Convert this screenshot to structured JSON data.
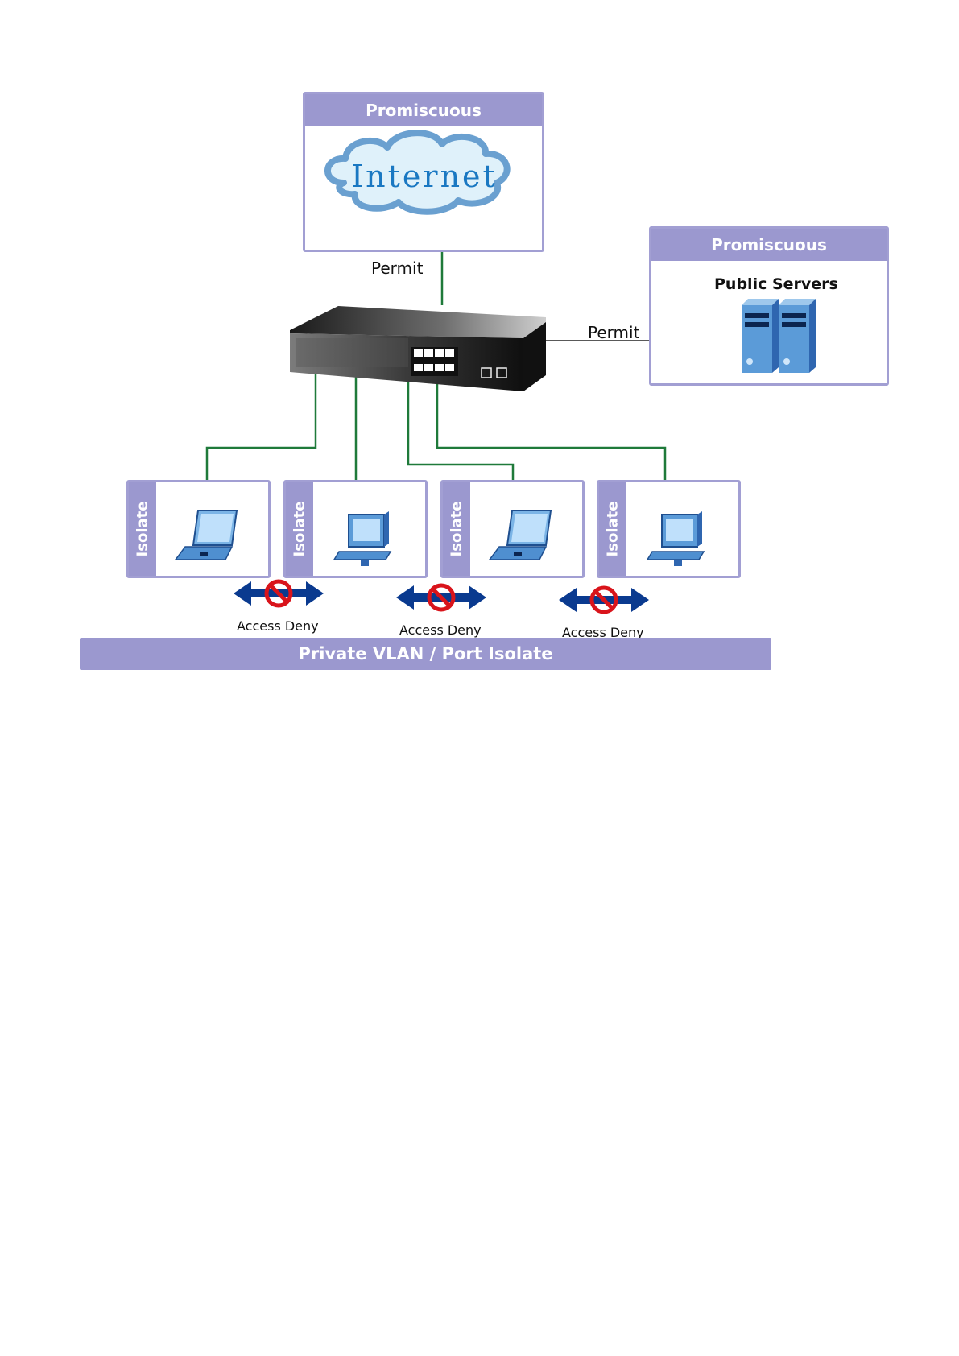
{
  "internet_box": {
    "header": "Promiscuous",
    "cloud_text": "Internet"
  },
  "servers_box": {
    "header": "Promiscuous",
    "title": "Public Servers"
  },
  "permit_labels": [
    "Permit",
    "Permit"
  ],
  "isolate_boxes": [
    {
      "tab": "Isolate",
      "device": "laptop"
    },
    {
      "tab": "Isolate",
      "device": "desktop"
    },
    {
      "tab": "Isolate",
      "device": "laptop"
    },
    {
      "tab": "Isolate",
      "device": "desktop"
    }
  ],
  "access_deny_labels": [
    "Access Deny",
    "Access Deny",
    "Access Deny"
  ],
  "footer": "Private VLAN / Port Isolate",
  "colors": {
    "accent": "#9b98cf",
    "link_green": "#1f7a3a",
    "arrow_blue": "#0a3a8f",
    "deny_red": "#d9141b"
  }
}
